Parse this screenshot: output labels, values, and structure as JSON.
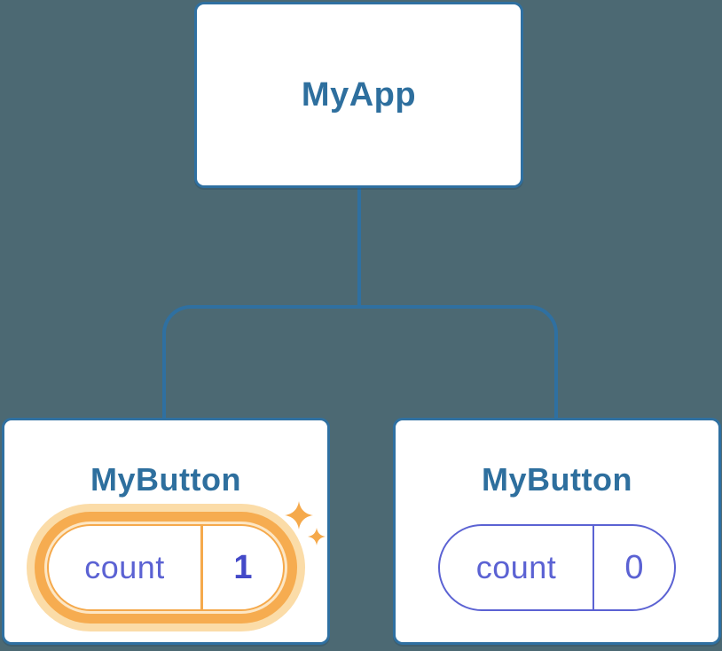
{
  "diagram": {
    "kind": "component-tree",
    "root": {
      "label": "MyApp"
    },
    "children": [
      {
        "label": "MyButton",
        "state": {
          "key": "count",
          "value": "1"
        },
        "highlighted": true,
        "badge_icon": "sparkles"
      },
      {
        "label": "MyButton",
        "state": {
          "key": "count",
          "value": "0"
        },
        "highlighted": false
      }
    ]
  },
  "colors": {
    "bg": "#4C6973",
    "line": "#2F70A1",
    "node-text": "#2E6F9E",
    "purple": "#5B62D3",
    "purple-dark": "#4349C8",
    "orange": "#F5A94B",
    "orange-ring": "#F6AC50",
    "orange-glow": "#FBDCA8",
    "orange-gap": "#FDE7C5",
    "card-bg": "#FFFFFF"
  }
}
